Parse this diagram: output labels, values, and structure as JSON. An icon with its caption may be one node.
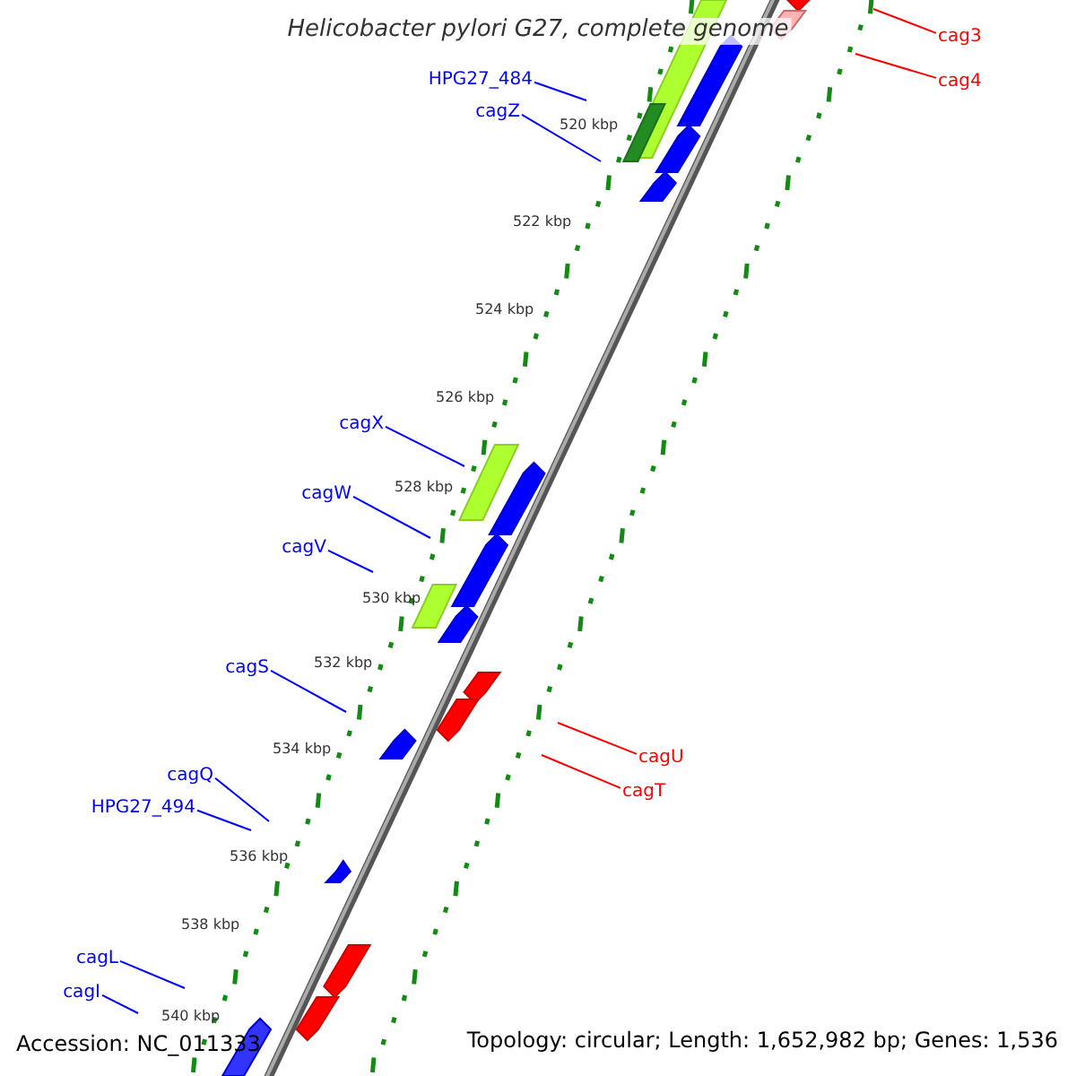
{
  "diagram": {
    "title": "Helicobacter pylori G27, complete genome",
    "nodes": [
      {
        "text": [
          "HPG27_484"
        ]
      },
      {
        "text": [
          "cagZ"
        ]
      },
      {
        "text": [
          "cagX"
        ]
      },
      {
        "text": [
          "cagW"
        ]
      },
      {
        "text": [
          "cagV"
        ]
      },
      {
        "text": [
          "cagS"
        ]
      },
      {
        "text": [
          "cagQ"
        ]
      },
      {
        "text": [
          "HPG27_494"
        ]
      },
      {
        "text": [
          "cagL"
        ]
      },
      {
        "text": [
          "cagI"
        ]
      },
      {
        "text": [
          "cag3"
        ]
      },
      {
        "text": [
          "cag4"
        ]
      },
      {
        "text": [
          "cagU"
        ]
      },
      {
        "text": [
          "cagT"
        ]
      }
    ],
    "edges": [
      {
        "from": 0,
        "to": null,
        "arrow": "none"
      },
      {
        "from": 1,
        "to": null,
        "arrow": "none"
      },
      {
        "from": 2,
        "to": null,
        "arrow": "none"
      },
      {
        "from": 3,
        "to": null,
        "arrow": "none"
      },
      {
        "from": 4,
        "to": null,
        "arrow": "none"
      },
      {
        "from": 5,
        "to": null,
        "arrow": "none"
      },
      {
        "from": 6,
        "to": null,
        "arrow": "none"
      },
      {
        "from": 7,
        "to": null,
        "arrow": "none"
      },
      {
        "from": 8,
        "to": null,
        "arrow": "none"
      },
      {
        "from": 9,
        "to": null,
        "arrow": "none"
      },
      {
        "from": 10,
        "to": null,
        "arrow": "none",
        "color": "#ff0000"
      },
      {
        "from": 11,
        "to": null,
        "arrow": "none",
        "color": "#ff0000"
      },
      {
        "from": 12,
        "to": null,
        "arrow": "none",
        "color": "#ff0000"
      },
      {
        "from": 13,
        "to": null,
        "arrow": "none",
        "color": "#ff0000"
      }
    ],
    "labels": [
      "520 kbp",
      "522 kbp",
      "524 kbp",
      "526 kbp",
      "528 kbp",
      "530 kbp",
      "532 kbp",
      "534 kbp",
      "536 kbp",
      "538 kbp",
      "540 kbp",
      "Accession: NC_011333",
      "Topology: circular; Length: 1,652,982 bp; Genes: 1,536"
    ]
  }
}
